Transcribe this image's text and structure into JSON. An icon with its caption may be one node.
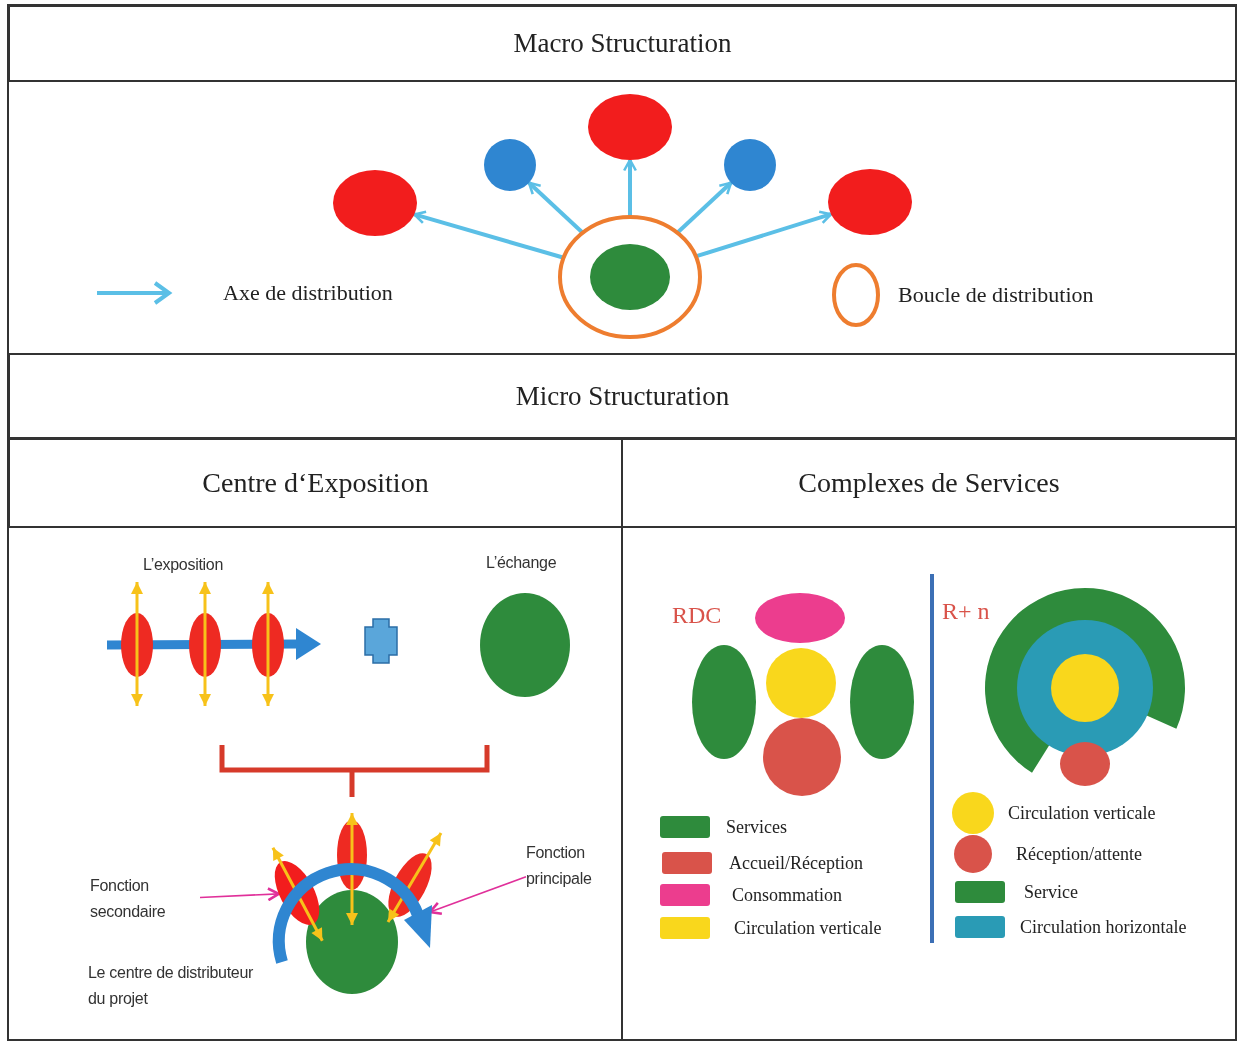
{
  "diagram": {
    "nodes": [
      {
        "text": [
          "Macro Structuration"
        ]
      },
      {
        "text": [],
        "shape": "ellipse"
      },
      {
        "text": [],
        "shape": "ellipse",
        "in": 1
      },
      {
        "text": [],
        "shape": "ellipse"
      },
      {
        "text": [],
        "shape": "circle"
      },
      {
        "text": [],
        "shape": "ellipse"
      },
      {
        "text": [],
        "shape": "circle"
      },
      {
        "text": [],
        "shape": "ellipse"
      },
      {
        "text": [
          "Micro Structuration"
        ]
      },
      {
        "text": [
          "Centre d‘Exposition"
        ]
      },
      {
        "text": [
          "Complexes de Services"
        ]
      },
      {
        "text": [
          "Fonction secondaire"
        ]
      },
      {
        "text": [
          "Fonction principale"
        ]
      },
      {
        "text": [],
        "shape": "ellipse"
      },
      {
        "text": [],
        "shape": "arc"
      },
      {
        "text": [],
        "shape": "ellipse"
      }
    ],
    "edges": [
      {
        "from": 1,
        "to": 3,
        "arrow": "to"
      },
      {
        "from": 1,
        "to": 4,
        "arrow": "to"
      },
      {
        "from": 1,
        "to": 5,
        "arrow": "to"
      },
      {
        "from": 1,
        "to": 6,
        "arrow": "to"
      },
      {
        "from": 1,
        "to": 7,
        "arrow": "to"
      },
      {
        "from": 11,
        "to": 13,
        "arrow": "to",
        "color": "#e0309a"
      },
      {
        "from": 12,
        "to": 14,
        "arrow": "to",
        "color": "#e0309a"
      }
    ],
    "labels": [
      "L’exposition",
      "L’échange",
      "Le centre de distributeur du projet",
      "RDC",
      "R+ n"
    ],
    "legend": [
      {
        "text": "Axe de distribution"
      },
      {
        "text": "Boucle de distribution"
      },
      {
        "text": "Services",
        "color": "#2e8b3c"
      },
      {
        "text": "Accueil/Réception",
        "color": "#d9534a"
      },
      {
        "text": "Consommation",
        "color": "#ec3d8e"
      },
      {
        "text": "Circulation verticale",
        "color": "#f9d71c"
      },
      {
        "text": "Circulation verticale",
        "color": "#f9d71c"
      },
      {
        "text": "Réception/attente",
        "color": "#d9534a"
      },
      {
        "text": "Service",
        "color": "#2e8b3c"
      },
      {
        "text": "Circulation horizontale",
        "color": "#2a9bb5"
      }
    ]
  }
}
